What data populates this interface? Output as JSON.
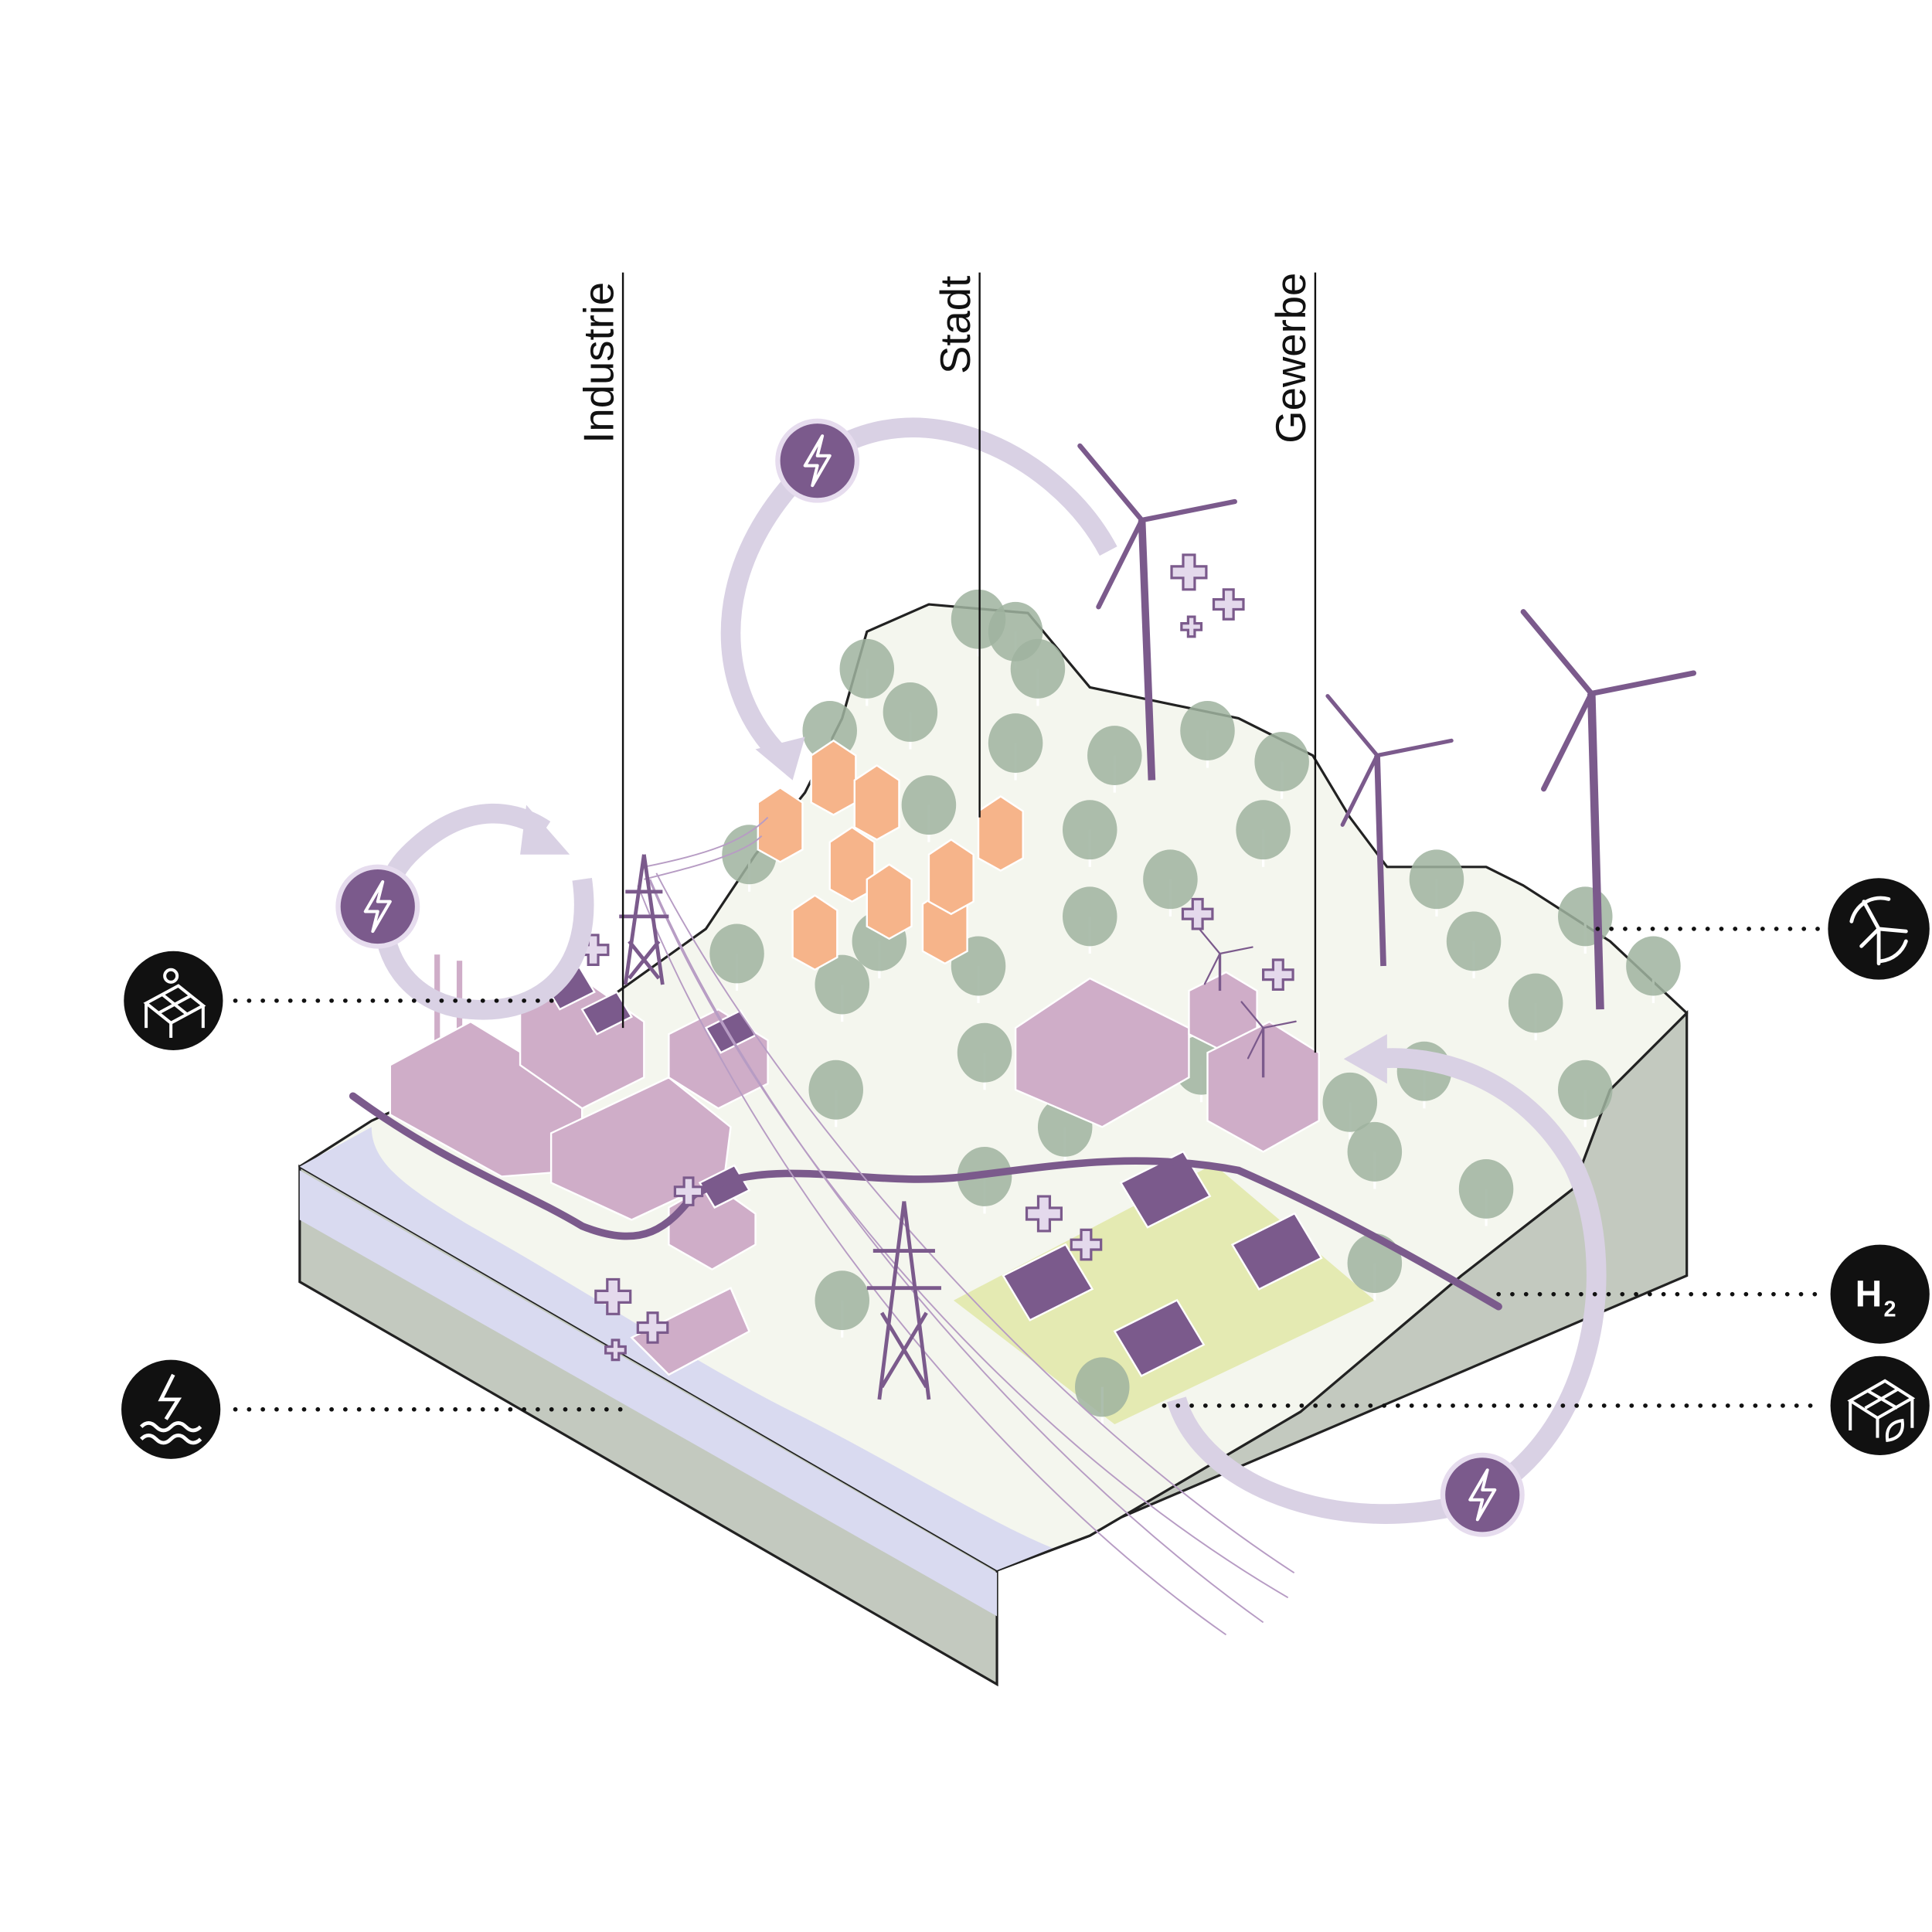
{
  "labels": {
    "industrie": "Industrie",
    "stadt": "Stadt",
    "gewerbe": "Gewerbe"
  },
  "legend_icons": [
    {
      "icon": "solar-panel-icon",
      "meaning": "rooftop-solar"
    },
    {
      "icon": "hydropower-icon",
      "meaning": "hydropower"
    },
    {
      "icon": "wind-turbine-icon",
      "meaning": "wind"
    },
    {
      "icon": "hydrogen-icon",
      "text_main": "H",
      "text_sub": "2"
    },
    {
      "icon": "agri-pv-icon",
      "meaning": "agri-photovoltaics"
    }
  ],
  "energy_cycle_icon": "lightning-icon",
  "colors": {
    "purple": "#7b5a8c",
    "lavender": "#d9d1e4",
    "building": "#cfadc8",
    "city": "#f6b48a",
    "tree": "#9fb39f",
    "ground": "#f4f6ee",
    "side": "#c3c9bf",
    "water": "#d9daf0",
    "field": "#e4eab2",
    "icon_bg": "#111111"
  }
}
